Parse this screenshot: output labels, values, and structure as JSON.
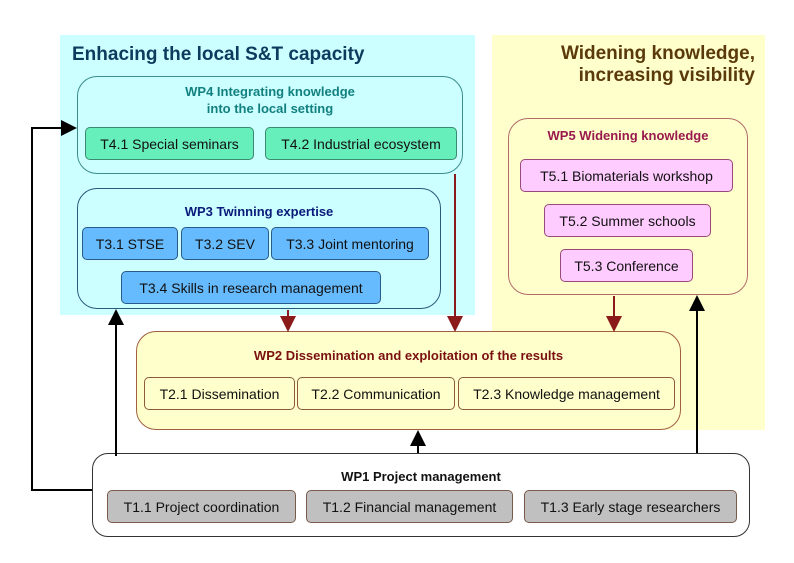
{
  "regions": {
    "local": {
      "title": "Enhacing the local S&T capacity",
      "color": "#ccffff",
      "title_color": "#0d3b5e"
    },
    "widening": {
      "title_line1": "Widening knowledge,",
      "title_line2": "increasing visibility",
      "color": "#ffffcc",
      "title_color": "#5a3a0a"
    }
  },
  "work_packages": {
    "wp4": {
      "title_line1": "WP4 Integrating knowledge",
      "title_line2": "into the local setting",
      "title_color": "#138080",
      "tasks": [
        "T4.1 Special seminars",
        "T4.2 Industrial ecosystem"
      ],
      "task_color": "#66eebb"
    },
    "wp3": {
      "title": "WP3 Twinning expertise",
      "title_color": "#0a1a7a",
      "tasks": [
        "T3.1 STSE",
        "T3.2 SEV",
        "T3.3 Joint mentoring",
        "T3.4 Skills in research management"
      ],
      "task_color": "#66bbff"
    },
    "wp5": {
      "title": "WP5 Widening knowledge",
      "title_color": "#99194d",
      "tasks": [
        "T5.1 Biomaterials workshop",
        "T5.2 Summer schools",
        "T5.3 Conference"
      ],
      "task_color": "#ffccff"
    },
    "wp2": {
      "title": "WP2 Dissemination and exploitation of the results",
      "title_color": "#7a1010",
      "tasks": [
        "T2.1 Dissemination",
        "T2.2 Communication",
        "T2.3 Knowledge management"
      ],
      "task_color": "#ffffcc"
    },
    "wp1": {
      "title": "WP1 Project management",
      "title_color": "#111111",
      "tasks": [
        "T1.1 Project coordination",
        "T1.2 Financial management",
        "T1.3 Early stage researchers"
      ],
      "task_color": "#c0c0c0"
    }
  },
  "arrows": [
    {
      "from": "wp3",
      "to": "wp2",
      "color": "#8b1a1a"
    },
    {
      "from": "wp4",
      "to": "wp2",
      "color": "#8b1a1a"
    },
    {
      "from": "wp5",
      "to": "wp2",
      "color": "#8b1a1a"
    },
    {
      "from": "wp1",
      "to": "wp2",
      "color": "#000000"
    },
    {
      "from": "wp1",
      "to": "wp3",
      "color": "#000000"
    },
    {
      "from": "wp1",
      "to": "wp4",
      "color": "#000000"
    },
    {
      "from": "wp1",
      "to": "wp5",
      "color": "#000000"
    }
  ]
}
